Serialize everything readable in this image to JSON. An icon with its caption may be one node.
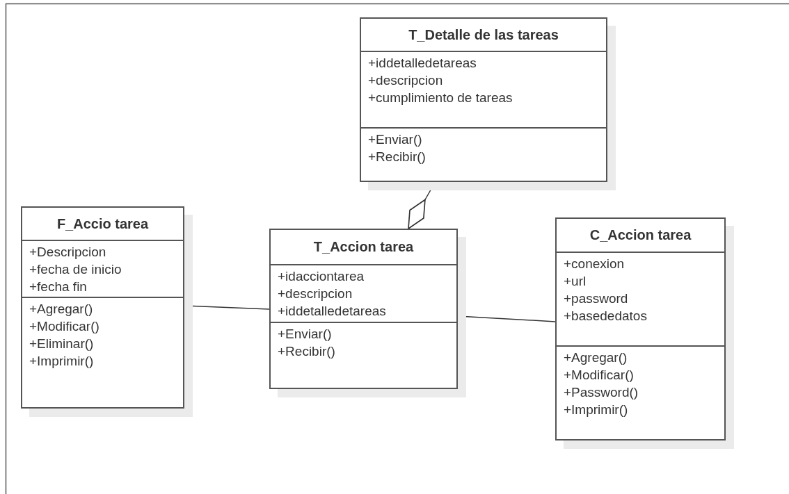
{
  "diagram": {
    "nodes": [
      {
        "text": [
          "T_Detalle de las tareas",
          "+iddetalledetareas",
          "+descripcion",
          "+cumplimiento de tareas",
          "+Enviar()",
          "+Recibir()"
        ]
      },
      {
        "text": [
          "F_Accio tarea",
          "+Descripcion",
          "+fecha de inicio",
          "+fecha fin",
          "+Agregar()",
          "+Modificar()",
          "+Eliminar()",
          "+Imprimir()"
        ]
      },
      {
        "text": [
          "T_Accion tarea",
          "+idacciontarea",
          "+descripcion",
          "+iddetalledetareas",
          "+Enviar()",
          "+Recibir()"
        ]
      },
      {
        "text": [
          "C_Accion tarea",
          "+conexion",
          "+url",
          "+password",
          "+basededatos",
          "+Agregar()",
          "+Modificar()",
          "+Password()",
          "+Imprimir()"
        ]
      }
    ],
    "edges": [
      {
        "from": 0,
        "to": 2,
        "arrow": "other"
      },
      {
        "from": 1,
        "to": 2,
        "arrow": "none"
      },
      {
        "from": 2,
        "to": 3,
        "arrow": "none"
      }
    ]
  }
}
